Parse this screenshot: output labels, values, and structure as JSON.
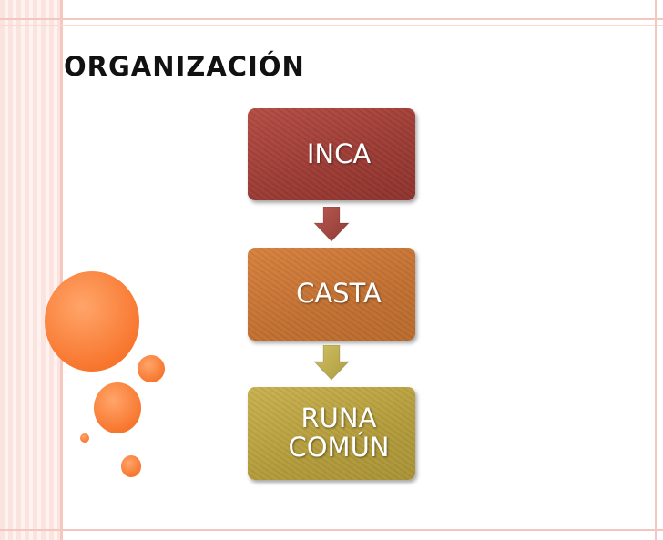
{
  "slide": {
    "title": "ORGANIZACIÓN"
  },
  "diagram": {
    "nodes": [
      {
        "label": "INCA",
        "color": "#a13f38"
      },
      {
        "label": "CASTA",
        "color": "#c97535"
      },
      {
        "label": "RUNA\nCOMÚN",
        "color": "#bba545"
      }
    ],
    "arrow_colors": [
      "#a13f38",
      "#c0b14e"
    ]
  },
  "decoration": {
    "accent_color": "#f8772f",
    "stripe_color": "#fbe3df"
  }
}
